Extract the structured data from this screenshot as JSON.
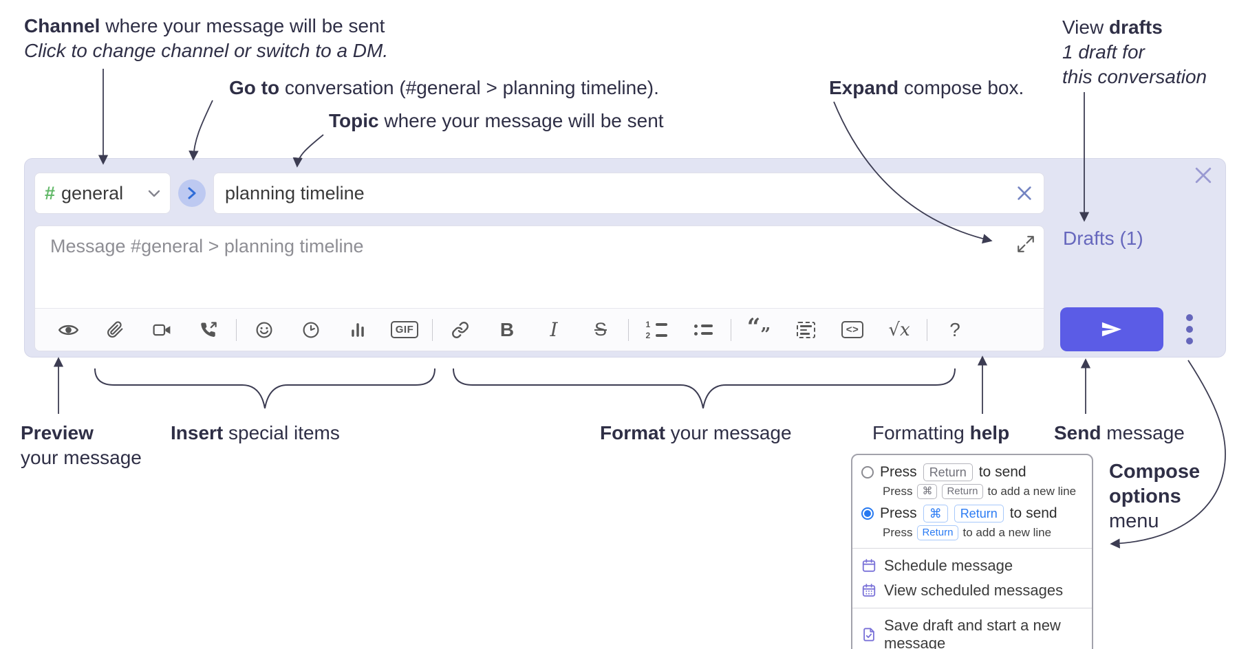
{
  "ann": {
    "channel_bold": "Channel",
    "channel_rest": " where your message will be sent",
    "channel_sub": "Click to change channel or switch to a DM.",
    "goto_bold": "Go to",
    "goto_rest": " conversation (#general > planning timeline).",
    "topic_bold": "Topic",
    "topic_rest": " where your message will be sent",
    "expand_bold": "Expand",
    "expand_rest": " compose box.",
    "drafts_pre": "View ",
    "drafts_bold": "drafts",
    "drafts_line2": "1 draft for",
    "drafts_line3": "this conversation",
    "preview_bold": "Preview",
    "preview_line2": "your message",
    "insert_bold": "Insert",
    "insert_rest": " special items",
    "format_bold": "Format",
    "format_rest": " your message",
    "help_pre": "Formatting ",
    "help_bold": "help",
    "send_bold": "Send",
    "send_rest": " message",
    "options_line1": "Compose",
    "options_line2": "options",
    "options_line3": "menu"
  },
  "compose": {
    "channel_hash": "#",
    "channel_name": "general",
    "topic_value": "planning timeline",
    "message_placeholder": "Message #general > planning timeline",
    "drafts_link": "Drafts (1)"
  },
  "toolbar": {
    "gif": "GIF",
    "bold": "B",
    "italic": "I",
    "strike": "S",
    "code": "<>",
    "math": "√x",
    "help": "?",
    "ol_1": "1",
    "ol_2": "2",
    "quote_open": "“",
    "quote_close": "”"
  },
  "popup": {
    "opt1": {
      "press": "Press",
      "key1": "Return",
      "suffix": "to send"
    },
    "opt1_sub": {
      "press": "Press",
      "key1": "⌘",
      "key2": "Return",
      "suffix": "to add a new line"
    },
    "opt2": {
      "press": "Press",
      "key1": "⌘",
      "key2": "Return",
      "suffix": "to send"
    },
    "opt2_sub": {
      "press": "Press",
      "key1": "Return",
      "suffix": "to add a new line"
    },
    "items": {
      "schedule": "Schedule message",
      "view_scheduled": "View scheduled messages",
      "save_draft": "Save draft and start a new message"
    }
  },
  "colors": {
    "send_button": "#5b5ce6",
    "compose_bg": "#e2e4f3",
    "drafts_link": "#6667bd",
    "key_blue": "#2b7bf3",
    "hash_green": "#62b868",
    "annotation": "#2f2f46"
  }
}
